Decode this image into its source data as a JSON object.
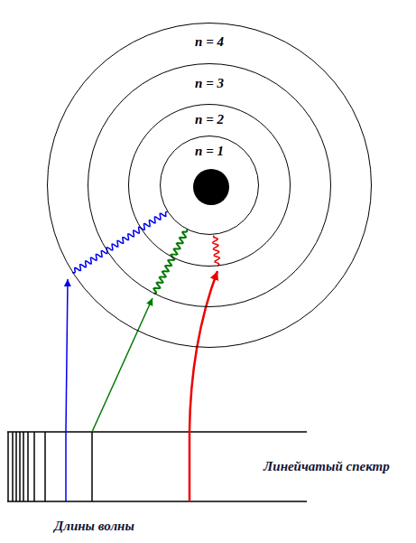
{
  "diagram": {
    "nodes": [
      {
        "text": [
          "n = 4"
        ]
      },
      {
        "text": [
          "n = 3"
        ],
        "in": 0
      },
      {
        "text": [
          "n = 2"
        ],
        "in": 1
      },
      {
        "text": [
          "n = 1"
        ],
        "in": 2
      }
    ],
    "labels": [
      "Линейчатый спектр",
      "Длины волны"
    ]
  }
}
